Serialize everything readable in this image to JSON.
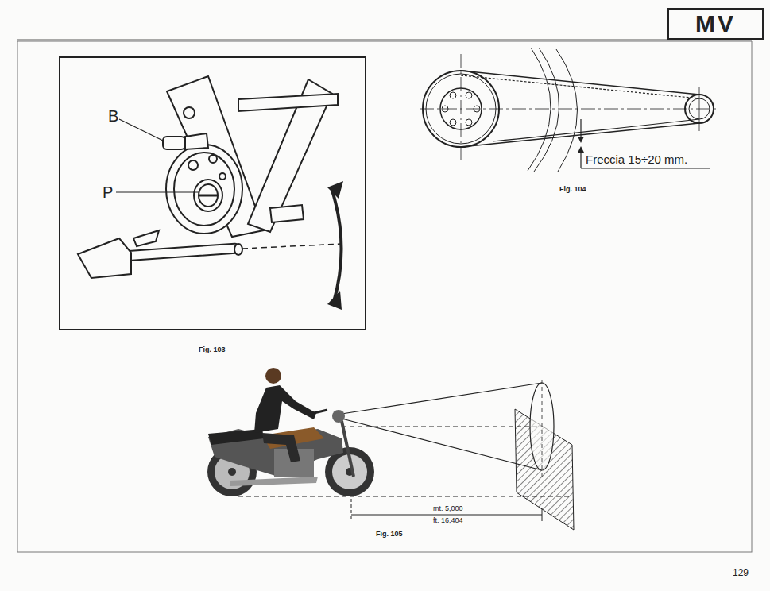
{
  "diagram": {
    "nodes": [
      {
        "text": [
          "MV"
        ]
      }
    ],
    "labels": [
      "B",
      "P",
      "Fig. 103",
      "Freccia 15÷20 mm.",
      "Fig. 104",
      "mt. 5,000",
      "ft. 16,404",
      "Fig. 105",
      "129"
    ]
  }
}
